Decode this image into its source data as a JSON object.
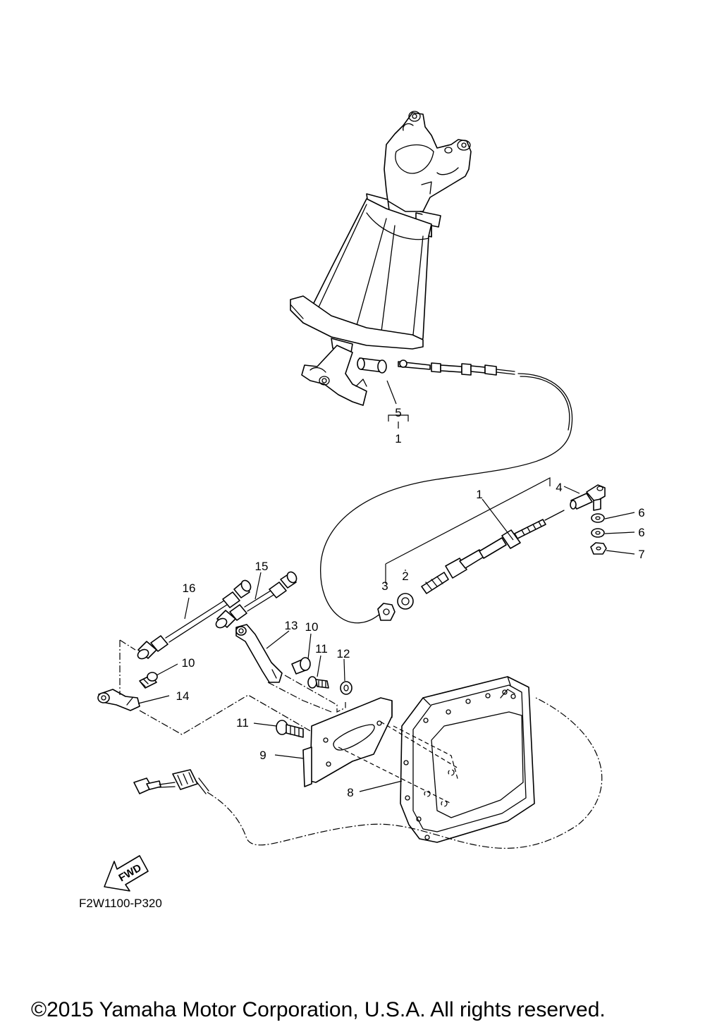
{
  "diagram": {
    "callouts": [
      "5",
      "1",
      "1",
      "4",
      "6",
      "6",
      "7",
      "3",
      "2",
      "16",
      "15",
      "13",
      "10",
      "10",
      "11",
      "12",
      "14",
      "11",
      "9",
      "8"
    ],
    "direction_label": "FWD",
    "drawing_code": "F2W1100-P320",
    "copyright": "©2015 Yamaha Motor Corporation, U.S.A. All rights reserved."
  }
}
